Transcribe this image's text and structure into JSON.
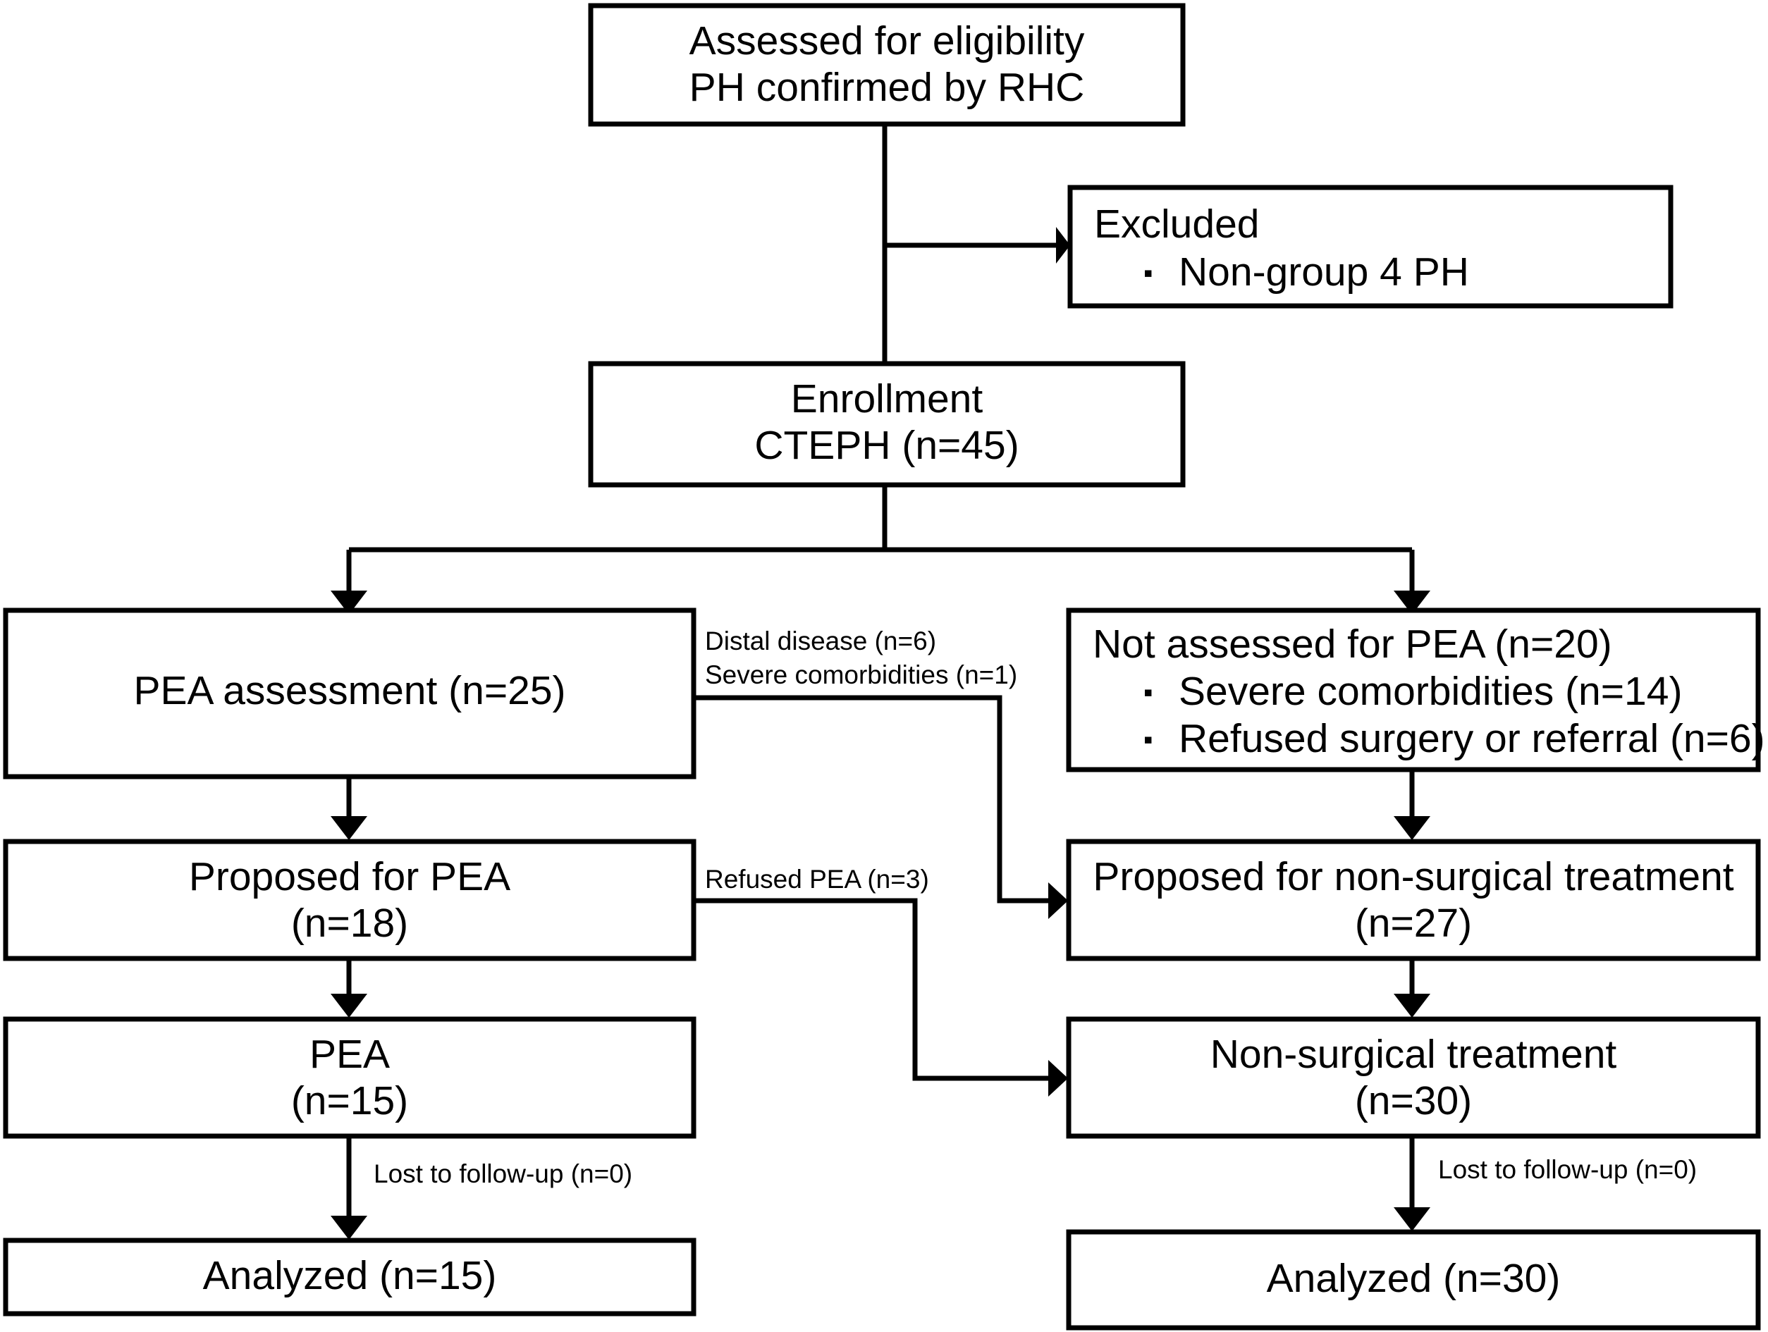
{
  "diagram": {
    "title": "CTEPH patient flow diagram",
    "type": "flowchart",
    "colors": {
      "background": "#ffffff",
      "stroke": "#000000",
      "box_fill": "#ffffff",
      "text": "#000000"
    }
  },
  "nodes": {
    "assessed": {
      "line1": "Assessed for eligibility",
      "line2": "PH confirmed by RHC"
    },
    "excluded": {
      "heading": "Excluded",
      "bullet_glyph": "▪",
      "bullets": [
        "Non-group 4 PH"
      ]
    },
    "enrollment": {
      "line1": "Enrollment",
      "line2": "CTEPH (n=45)"
    },
    "pea_assessment": {
      "line1": "PEA assessment (n=25)"
    },
    "not_assessed": {
      "heading": "Not assessed for PEA (n=20)",
      "bullet_glyph": "▪",
      "bullets": [
        "Severe comorbidities (n=14)",
        "Refused surgery or referral (n=6)"
      ]
    },
    "proposed_pea": {
      "line1": "Proposed for PEA",
      "line2": "(n=18)"
    },
    "proposed_nonsurgical": {
      "line1": "Proposed for non-surgical treatment",
      "line2": "(n=27)"
    },
    "pea": {
      "line1": "PEA",
      "line2": "(n=15)"
    },
    "nonsurgical": {
      "line1": "Non-surgical treatment",
      "line2": "(n=30)"
    },
    "analyzed_left": {
      "line1": "Analyzed (n=15)"
    },
    "analyzed_right": {
      "line1": "Analyzed (n=30)"
    }
  },
  "edge_labels": {
    "pea_assessment_out_line1": "Distal disease (n=6)",
    "pea_assessment_out_line2": "Severe comorbidities (n=1)",
    "proposed_pea_out": "Refused PEA (n=3)",
    "lost_followup_left": "Lost to follow-up (n=0)",
    "lost_followup_right": "Lost to follow-up (n=0)"
  },
  "chart_data": {
    "type": "flowchart",
    "title": "CTEPH patient flow diagram",
    "counts": {
      "enrolled_cteph": 45,
      "pea_assessment": 25,
      "not_assessed_for_pea": 20,
      "not_assessed_severe_comorbidities": 14,
      "not_assessed_refused_surgery_or_referral": 6,
      "pea_assessment_excluded_distal_disease": 6,
      "pea_assessment_excluded_severe_comorbidities": 1,
      "proposed_for_pea": 18,
      "refused_pea": 3,
      "proposed_for_non_surgical_treatment": 27,
      "pea_performed": 15,
      "non_surgical_treatment": 30,
      "analyzed_pea": 15,
      "analyzed_non_surgical": 30,
      "lost_to_followup_pea": 0,
      "lost_to_followup_non_surgical": 0
    }
  }
}
